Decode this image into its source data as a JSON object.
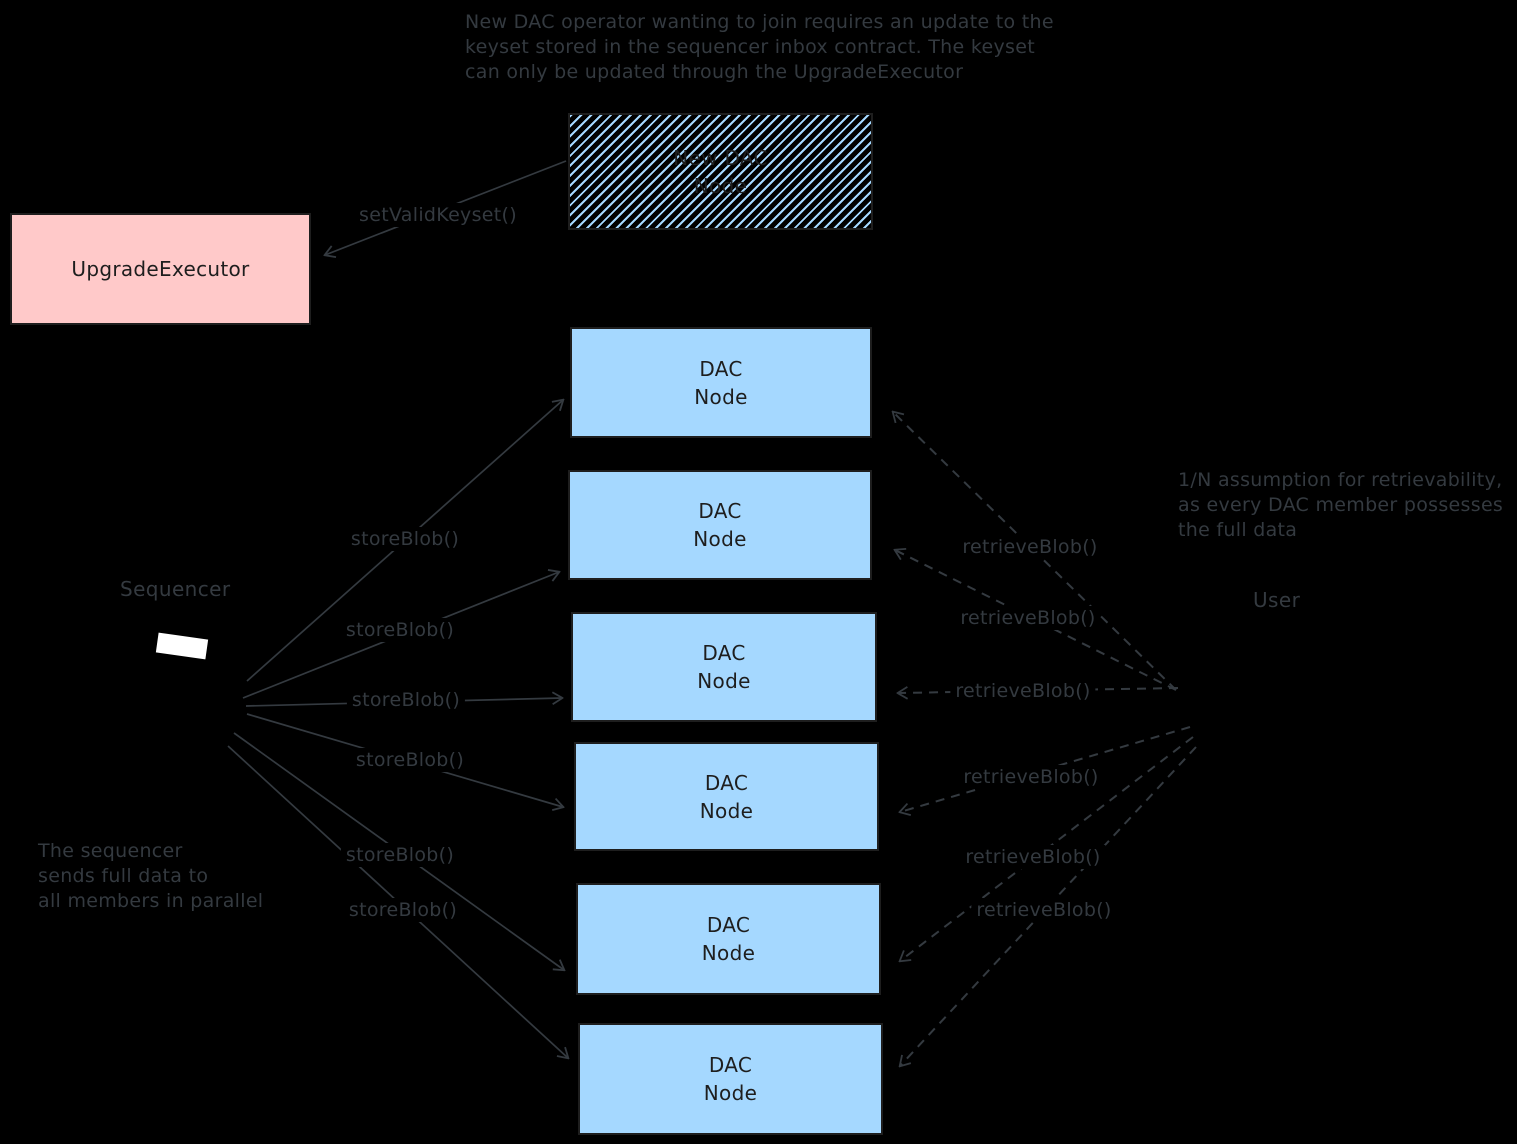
{
  "notes": {
    "keyset": [
      "New DAC operator wanting to join requires an update to the",
      "keyset stored in the sequencer inbox contract. The keyset",
      "can only be updated through the UpgradeExecutor"
    ],
    "retrievability": [
      "1/N assumption for retrievability,",
      "as every DAC member possesses",
      "the full data"
    ],
    "parallel": [
      "The sequencer",
      "sends full data to",
      "all members in parallel"
    ]
  },
  "boxes": {
    "upgrade_executor": "UpgradeExecutor",
    "new_dac_node": [
      "New DAC",
      "Node"
    ],
    "dac_node": [
      "DAC",
      "Node"
    ],
    "dac_node_count": 6
  },
  "labels": {
    "sequencer": "Sequencer",
    "user": "User",
    "set_valid_keyset": "setValidKeyset()",
    "store_blob": "storeBlob()",
    "retrieve_blob": "retrieveBlob()"
  },
  "colors": {
    "background": "#000000",
    "dac_node_fill": "#a5d8ff",
    "upgrade_executor_fill": "#ffc9c9",
    "box_border": "#1e1e1e",
    "box_text": "#1e1e1e",
    "annotation": "#343a40",
    "laptop_screen": "#ffffff"
  }
}
